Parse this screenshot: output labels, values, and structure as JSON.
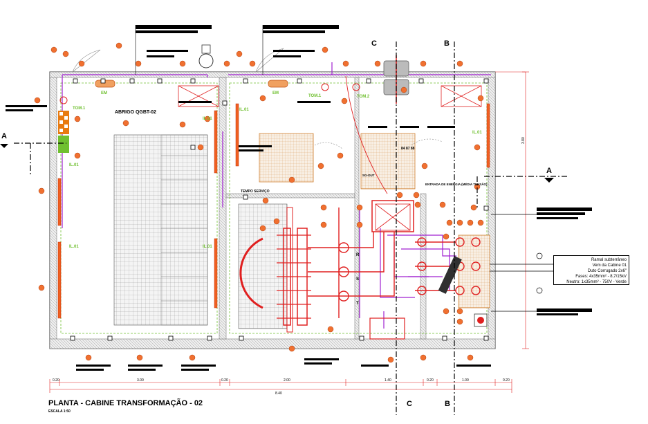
{
  "title": "PLANTA - CABINE TRANSFORMAÇÃO - 02",
  "scale_note": "ESCALA 1:50",
  "room_label": "ABRIGO QGBT-02",
  "section_markers": {
    "a": "A",
    "b": "B",
    "c": "C"
  },
  "equipment_labels": {
    "em_left": "EM",
    "em_mid": "EM",
    "tom1_left": "TOM.1",
    "tom1_mid": "TOM.1",
    "tom2": "TOM.2",
    "il01": "IL.01",
    "tempo_servico": "TEMPO SERVIÇO",
    "entrada_energia": "ENTRADA DE ENERGIA (MÉDIA TENSÃO)",
    "tag_sg": "SG-OUT",
    "sg_values": "84 87 88",
    "phase_r": "R",
    "phase_s": "S",
    "phase_t": "T"
  },
  "dimensions": {
    "bottom": [
      "0.20",
      "3.00",
      "0.20",
      "2.00",
      "1.40",
      "0.20",
      "1.00",
      "0.20"
    ],
    "total_bottom": "8.40",
    "right": "3.80"
  },
  "legend": {
    "line1": "Ramal subterrâneo",
    "line2": "Vem da Cabine 01",
    "line3": "Duto Corrugado 2x6\"",
    "line4": "Fases: 4x35mm² - 8,7/15kV",
    "line5": "Neutro: 1x35mm² - 750V - Verde"
  },
  "colors": {
    "wall": "#aaaaaa",
    "red": "#e02020",
    "orange": "#e87a10",
    "magenta": "#a020d0",
    "green": "#70c030",
    "black": "#000000"
  }
}
